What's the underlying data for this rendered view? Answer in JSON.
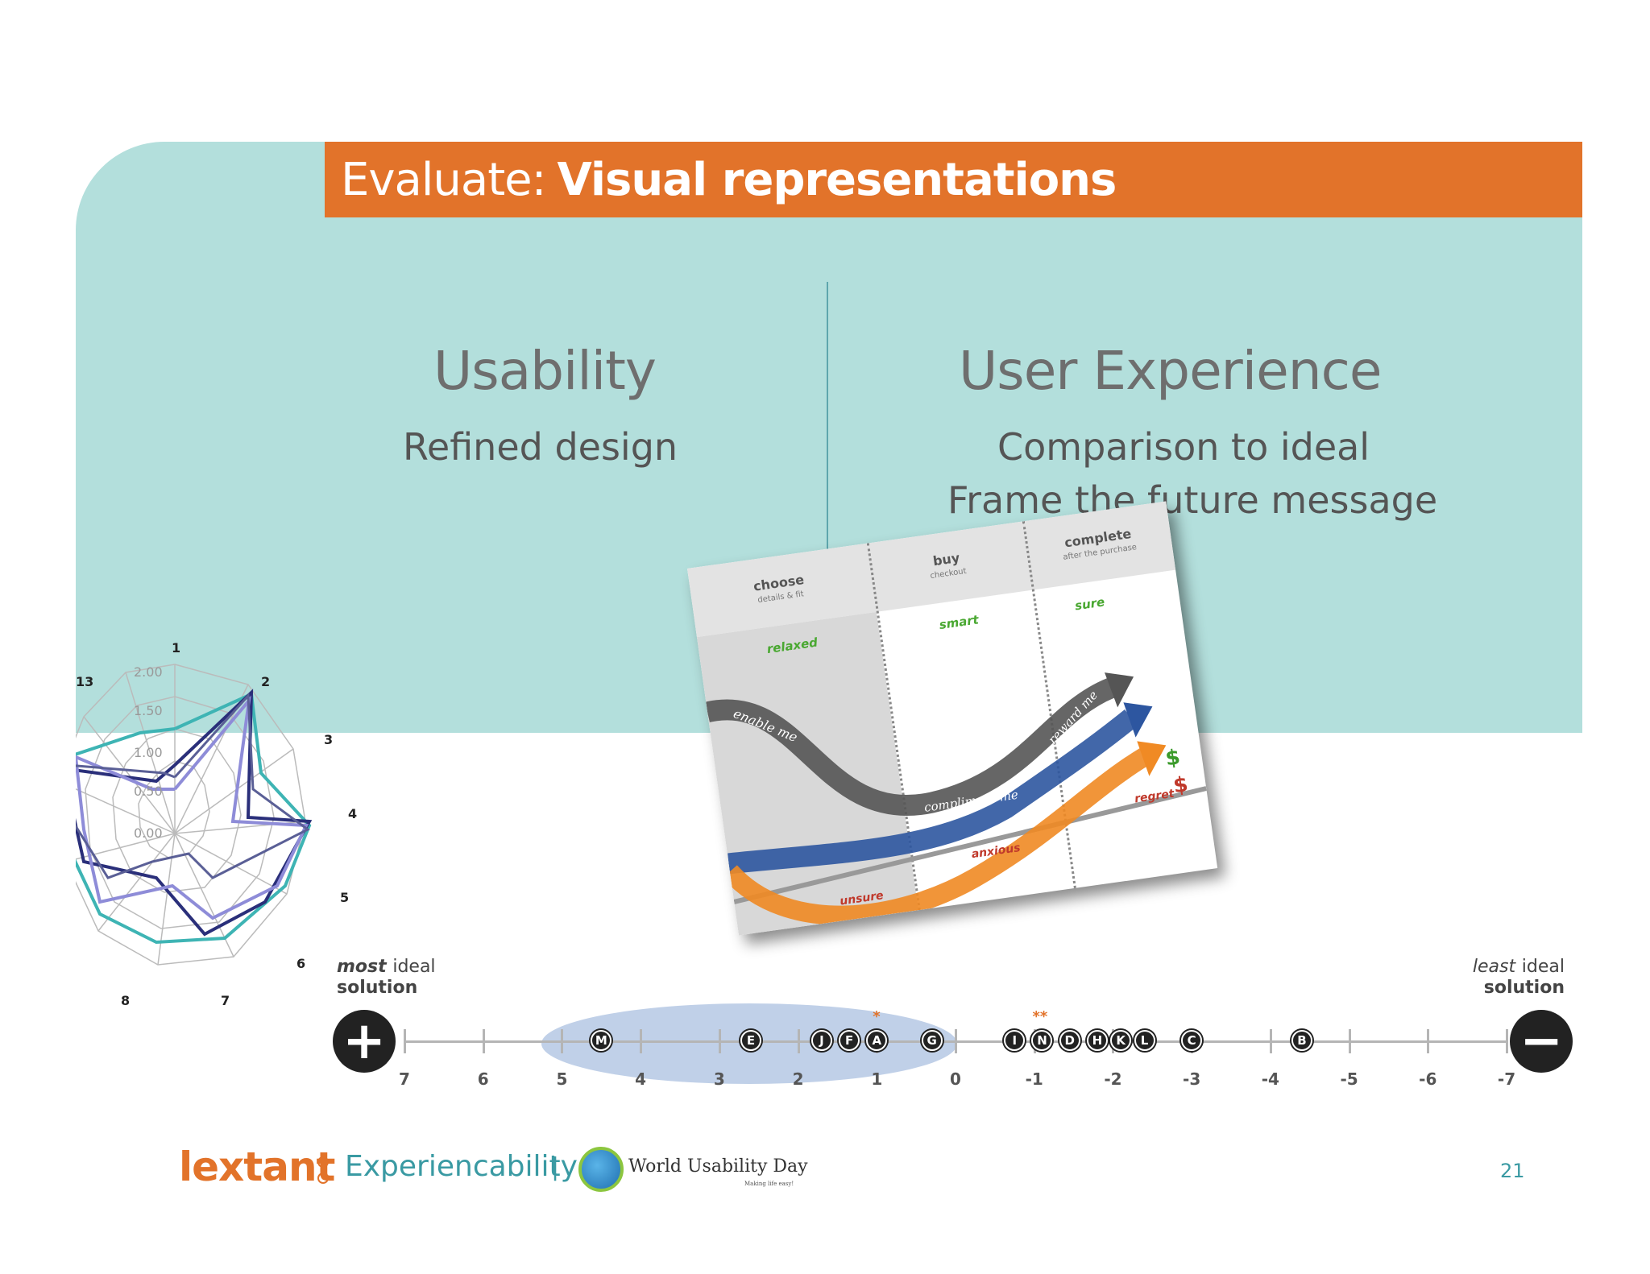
{
  "title": {
    "prefix": "Evaluate:",
    "main": "Visual representations"
  },
  "columns": {
    "left": {
      "title": "Usability",
      "subtitle": "Refined design"
    },
    "right": {
      "title": "User Experience",
      "subtitle1": "Comparison to ideal",
      "subtitle2": "Frame the future message"
    }
  },
  "radar": {
    "axis_labels": [
      "1",
      "2",
      "3",
      "4",
      "5",
      "6",
      "7",
      "8",
      "13"
    ],
    "tick_labels": [
      "2.00",
      "1.50",
      "1.00",
      "0.50",
      "0.00"
    ]
  },
  "journey": {
    "stages": [
      {
        "label": "choose",
        "sub": "details & fit"
      },
      {
        "label": "buy",
        "sub": "checkout"
      },
      {
        "label": "complete",
        "sub": "after the purchase"
      }
    ],
    "moods": {
      "relaxed": "relaxed",
      "smart": "smart",
      "sure": "sure",
      "unsure": "unsure",
      "anxious": "anxious",
      "regret": "regret"
    },
    "arrow_labels": {
      "enable": "enable me",
      "compliment": "compliment me",
      "reward": "reward me"
    },
    "currency": "$"
  },
  "scale": {
    "most_label_1": "most",
    "most_label_2": "ideal",
    "most_label_3": "solution",
    "least_label_1": "least",
    "least_label_2": "ideal",
    "least_label_3": "solution",
    "ticks": [
      "7",
      "6",
      "5",
      "4",
      "3",
      "2",
      "1",
      "0",
      "-1",
      "-2",
      "-3",
      "-4",
      "-5",
      "-6",
      "-7"
    ],
    "plus": "+",
    "minus": "−",
    "markers": [
      {
        "letter": "M",
        "value": 4.5
      },
      {
        "letter": "E",
        "value": 2.6
      },
      {
        "letter": "J",
        "value": 1.7
      },
      {
        "letter": "F",
        "value": 1.35
      },
      {
        "letter": "A",
        "value": 1.0
      },
      {
        "letter": "G",
        "value": 0.3
      },
      {
        "letter": "I",
        "value": -0.75
      },
      {
        "letter": "N",
        "value": -1.1
      },
      {
        "letter": "D",
        "value": -1.45
      },
      {
        "letter": "H",
        "value": -1.8
      },
      {
        "letter": "K",
        "value": -2.1
      },
      {
        "letter": "L",
        "value": -2.4
      },
      {
        "letter": "C",
        "value": -3.0
      },
      {
        "letter": "B",
        "value": -4.4
      }
    ],
    "stars": [
      "*",
      "**"
    ]
  },
  "footer": {
    "brand": "lextant",
    "tagline": "Experiencability",
    "separator": "|",
    "partner": "World Usability Day",
    "partner_tag": "Making life easy!",
    "page_number": "21"
  },
  "colors": {
    "teal": "#b3dfdc",
    "orange": "#e2732a",
    "link": "#3a9aa3"
  }
}
